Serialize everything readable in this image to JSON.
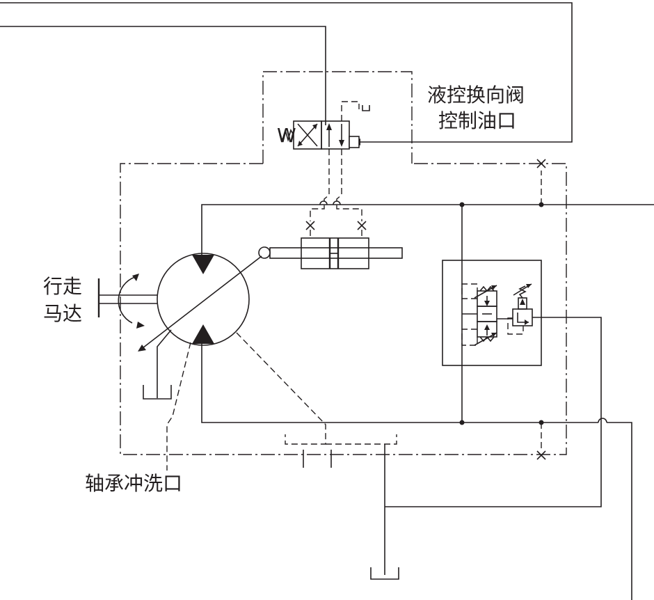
{
  "labels": {
    "valve_port_line1": "液控换向阀",
    "valve_port_line2": "控制油口",
    "motor_line1": "行走",
    "motor_line2": "马达",
    "bearing_flush": "轴承冲洗口",
    "spring_letter": "W"
  },
  "colors": {
    "ink": "#231f20",
    "background": "#ffffff"
  }
}
